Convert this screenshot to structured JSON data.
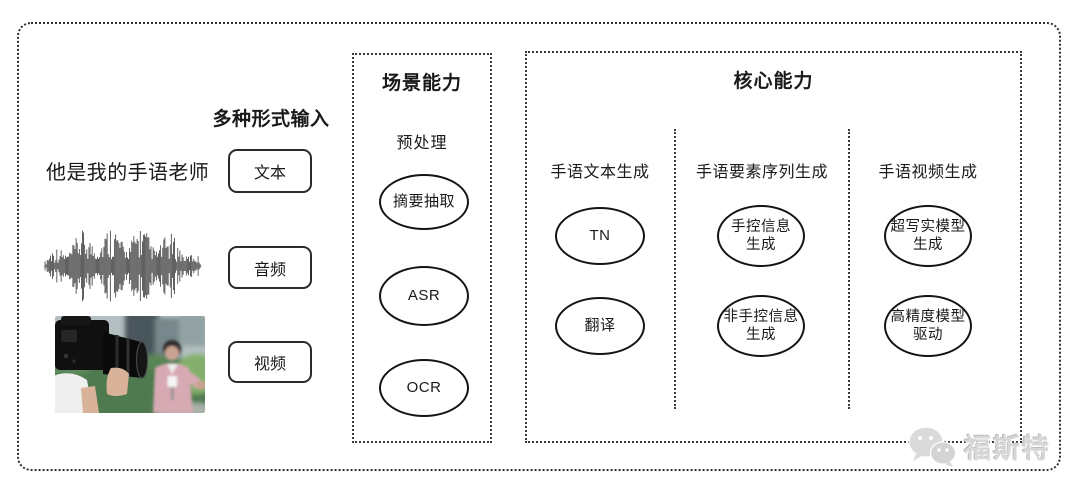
{
  "colors": {
    "ink": "#1a1a1a",
    "line": "#2e2e2e",
    "watermark_gray": "#d7d7d7"
  },
  "input_section": {
    "header": "多种形式输入",
    "sample_sentence": "他是我的手语老师",
    "input_types": [
      {
        "label": "文本"
      },
      {
        "label": "音频"
      },
      {
        "label": "视频"
      }
    ]
  },
  "scene_box": {
    "title": "场景能力",
    "subtitle": "预处理",
    "nodes": [
      {
        "label": "摘要抽取"
      },
      {
        "label": "ASR"
      },
      {
        "label": "OCR"
      }
    ]
  },
  "core_box": {
    "title": "核心能力",
    "columns": [
      {
        "header": "手语文本生成",
        "nodes": [
          {
            "label": "TN"
          },
          {
            "label": "翻译"
          }
        ]
      },
      {
        "header": "手语要素序列生成",
        "nodes": [
          {
            "label": "手控信息\n生成"
          },
          {
            "label": "非手控信息\n生成"
          }
        ]
      },
      {
        "header": "手语视频生成",
        "nodes": [
          {
            "label": "超写实模型\n生成"
          },
          {
            "label": "高精度模型\n驱动"
          }
        ]
      }
    ]
  },
  "watermark": {
    "text": "福斯特",
    "icon": "wechat-logo-icon"
  }
}
